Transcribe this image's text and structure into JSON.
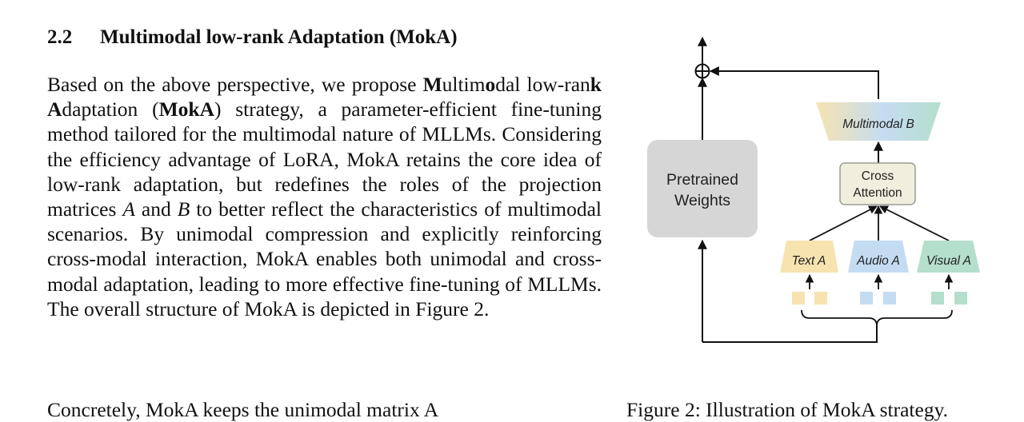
{
  "section": {
    "number": "2.2",
    "title": "Multimodal low-rank Adaptation (MokA)"
  },
  "paragraph": {
    "seg1": "Based on the above perspective, we propose ",
    "b1": "M",
    "seg2": "ultim",
    "b2": "o",
    "seg3": "dal low-ran",
    "b3": "k",
    "seg4": " ",
    "b4": "A",
    "seg5": "daptation (",
    "b5": "MokA",
    "seg6": ") strategy, a parameter-efficient fine-tuning method tailored for the multimodal nature of MLLMs. Considering the efficiency advantage of LoRA, MokA retains the core idea of low-rank adaptation, but redefines the roles of the projection matrices ",
    "m1": "A",
    "seg7": " and ",
    "m2": "B",
    "seg8": " to better reflect the characteristics of multimodal scenarios. By unimodal compression and explicitly reinforcing cross-modal interaction, MokA enables both unimodal and cross-modal adaptation, leading to more effective fine-tuning of MLLMs.  The overall structure of MokA is depicted in Figure 2."
  },
  "next_paragraph_cut": "Concretely, MokA keeps the unimodal matrix A",
  "figure": {
    "caption": "Figure 2: Illustration of MokA strategy.",
    "pretrained": [
      "Pretrained",
      "Weights"
    ],
    "multimodal_b": "Multimodal B",
    "cross_attention": [
      "Cross",
      "Attention"
    ],
    "text_a": "Text A",
    "audio_a": "Audio A",
    "visual_a": "Visual A",
    "colors": {
      "text": "#f6e3b0",
      "audio": "#c4dcf2",
      "visual": "#b4dfcc",
      "pretrained": "#d6d6d6",
      "cross_fill": "#f0eedc",
      "cross_stroke": "#9a9a9a"
    }
  }
}
